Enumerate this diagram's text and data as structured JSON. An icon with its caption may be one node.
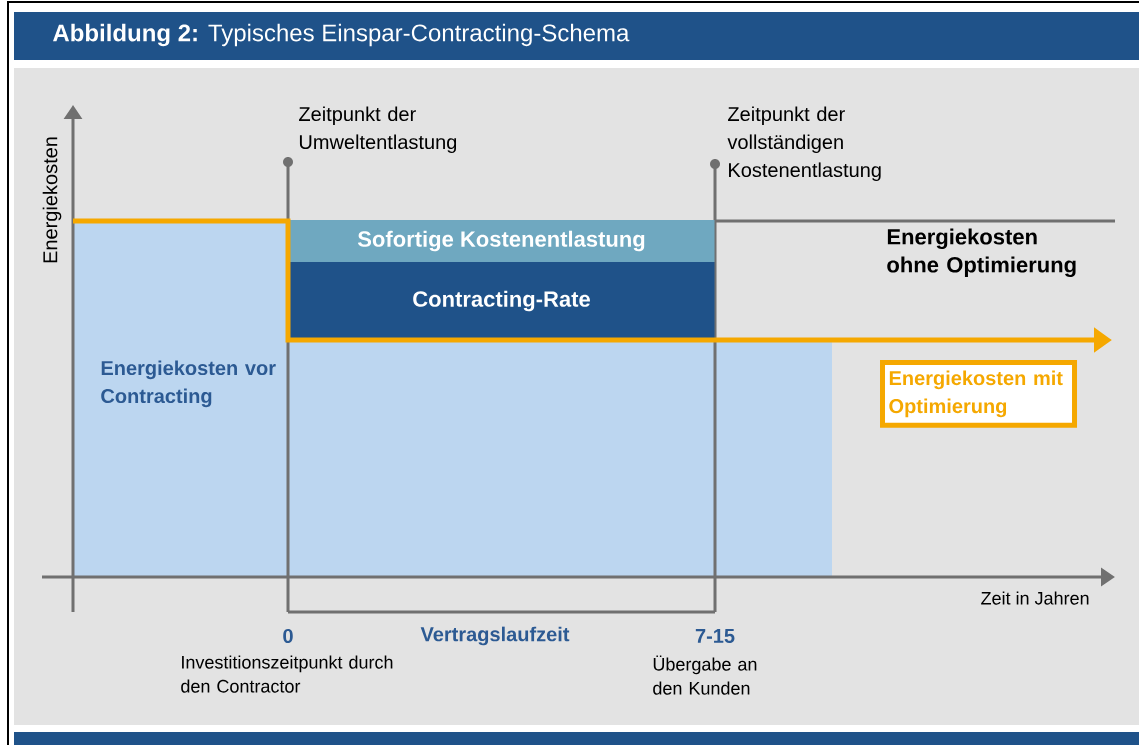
{
  "diagram": {
    "title": "**Abbildung 2:** Typisches Einspar-Contracting-Schema",
    "nodes": [
      {
        "text": [
          "Sofortige Kostenentlastung"
        ]
      },
      {
        "text": [
          "Contracting-Rate"
        ]
      },
      {
        "text": [
          "Energiekosten vor Contracting"
        ]
      },
      {
        "text": [
          "Energiekosten mit Optimierung"
        ]
      }
    ],
    "labels": [
      "Energiekosten",
      "Zeitpunkt der Umweltentlastung",
      "Zeitpunkt der vollständigen Kostenentlastung",
      "Energiekosten ohne Optimierung",
      "Zeit in Jahren",
      "0",
      "Vertragslaufzeit",
      "7-15",
      "Investitionszeitpunkt durch den Contractor",
      "Übergabe an den Kunden"
    ]
  }
}
